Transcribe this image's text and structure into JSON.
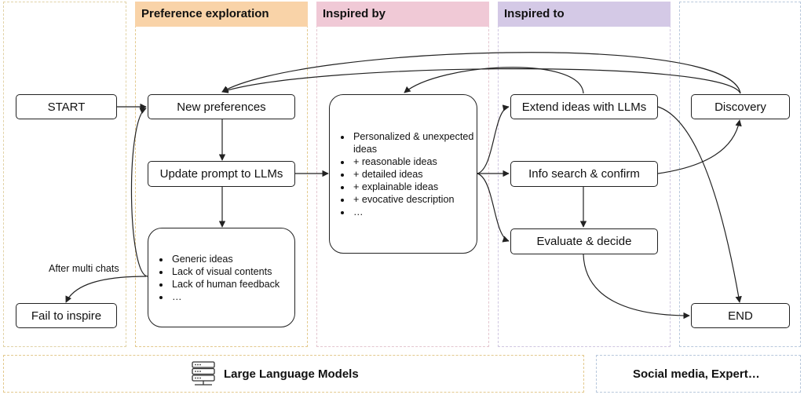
{
  "colors": {
    "orange_head": "#f9d3a8",
    "orange_border": "#e3c98d",
    "pink_head": "#f0c9d6",
    "pink_border": "#e3c6cf",
    "purple_head": "#d4c9e6",
    "purple_border": "#cfc6e0",
    "blue_border": "#b8c8dc",
    "neutral_border": "#e1d2a6"
  },
  "lanes": {
    "preference": "Preference exploration",
    "inspired_by": "Inspired by",
    "inspired_to": "Inspired to"
  },
  "nodes": {
    "start": "START",
    "new_preferences": "New preferences",
    "update_prompt": "Update prompt to LLMs",
    "extend_ideas": "Extend ideas with LLMs",
    "info_search": "Info search & confirm",
    "evaluate": "Evaluate & decide",
    "discovery": "Discovery",
    "end": "END",
    "fail": "Fail to inspire"
  },
  "notes": {
    "after_multi_chats": "After multi chats"
  },
  "llm_output_list": [
    "Generic ideas",
    "Lack of visual contents",
    "Lack of human feedback",
    "…"
  ],
  "inspired_by_list": [
    "Personalized & unexpected ideas",
    "+ reasonable ideas",
    "+ detailed ideas",
    "+ explainable ideas",
    "+ evocative description",
    "…"
  ],
  "footer": {
    "llm_label": "Large Language Models",
    "llm_icon": "server-icon",
    "social_label": "Social media, Expert…"
  }
}
